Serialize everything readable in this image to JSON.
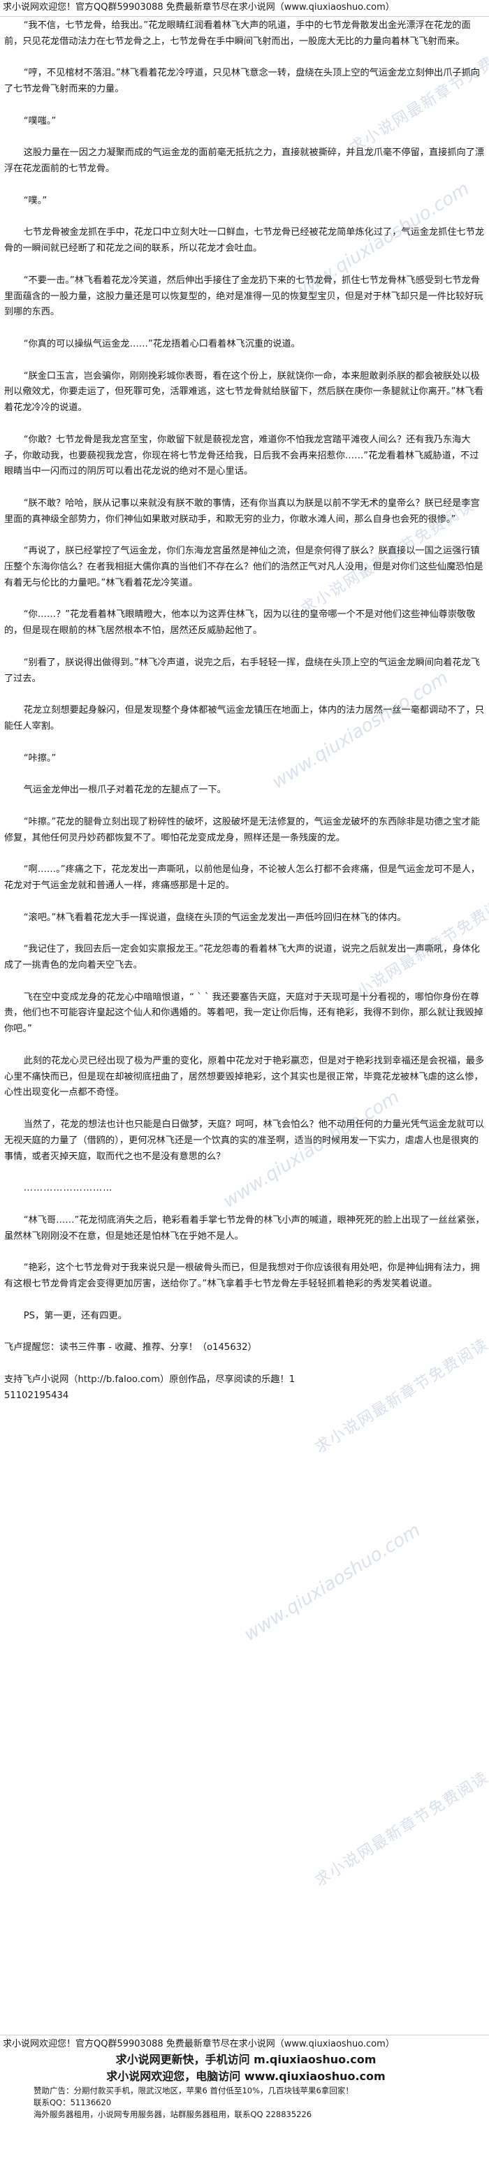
{
  "header": {
    "text": "求小说网欢迎您！官方QQ群59903088 免费最新章节尽在求小说网（www.qiuxiaoshuo.com）"
  },
  "paragraphs": [
    "“我不信，七节龙骨，给我出。”花龙眼睛红润看着林飞大声的吼道，手中的七节龙骨散发出金光漂浮在花龙的面前，只见花龙借动法力在七节龙骨之上，七节龙骨在手中瞬间飞射而出，一股庞大无比的力量向着林飞飞射而来。",
    "“哼，不见棺材不落泪。”林飞看着花龙冷哼道，只见林飞意念一转，盘绕在头顶上空的气运金龙立刻伸出爪子抓向了七节龙骨飞射而来的力量。",
    "“噗嗤。”",
    "这股力量在一因之力凝聚而成的气运金龙的面前毫无抵抗之力，直接就被撕碎，并且龙爪毫不停留，直接抓向了漂浮在花龙面前的七节龙骨。",
    "“噗。”",
    "七节龙骨被金龙抓在手中，花龙口中立刻大吐一口鲜血，七节龙骨已经被花龙简单炼化过了，气运金龙抓住七节龙骨的一瞬间就已经断了和花龙之间的联系，所以花龙才会吐血。",
    "“不要一击。”林飞看着花龙冷笑道，然后伸出手接住了金龙扔下来的七节龙骨，抓住七节龙骨林飞感受到七节龙骨里面蕴含的一股力量，这股力量还是可以恢复型的，绝对是准得一见的恢复型宝贝，但是对于林飞却只是一件比较好玩到哪的东西。",
    "“你真的可以操纵气运金龙……”花龙捂着心口看着林飞沉重的说道。",
    "“朕金口玉言，岂会骗你，刚刚挽彩城你表哥，看在这个份上，朕就饶你一命，本来胆敢剥杀朕的都会被朕处以极刑以儆效尤，你要走运了，但死罪可免，活罪难逃，这七节龙骨就给朕留下，然后朕在庚你一条腿就让你离开。”林飞看着花龙冷冷的说道。",
    "“你敢？七节龙骨是我龙宫至宝，你敢留下就是藐视龙宫，难道你不怕我龙宫踏平滩夜人间么？还有我乃东海大子，你敢动我，也要藐视我龙宫，你现在将七节龙骨还给我，日后我不会再来招惹你……”花龙看着林飞威胁道，不过眼睛当中一闪而过的阴厉可以看出花龙说的绝对不是心里话。",
    "“朕不敢？哈哈，朕从记事以来就没有朕不敢的事情，还有你当真以为朕是以前不学无术的皇帝么？朕已经是李宫里面的真神级全部势力，你们神仙如果敢对朕动手，和欺无穷的业力，你敢水滩人间，那么自身也会死的很惨。”",
    "“再说了，朕已经掌控了气运金龙，你们东海龙宫虽然是神仙之流，但是奈何得了朕么？朕直接以一国之运强行镇压整个东海你信么？在者我相挺大儒你真的当他们不存在么？他们的浩然正气对凡人没用，但是对你们这些仙魔恐怕是有着无与伦比的力量吧。”林飞看着花龙冷笑道。",
    "“你……？”花龙看着林飞眼睛瞪大，他本以为这弄住林飞，因为以往的皇帝哪一个不是对他们这些神仙尊崇敬敬的，但是现在眼前的林飞居然根本不怕，居然还反威胁起他了。",
    "“别看了，朕说得出做得到。”林飞冷声道，说完之后，右手轻轻一挥，盘绕在头顶上空的气运金龙瞬间向着花龙飞了过去。",
    "花龙立刻想要起身躲闪，但是发现整个身体都被气运金龙镇压在地面上，体内的法力居然一丝一毫都调动不了，只能任人宰割。",
    "“咔擦。”",
    "气运金龙伸出一根爪子对着花龙的左腿点了一下。",
    "“咔擦。”花龙的腿骨立刻出现了粉碎性的破坏，这股破坏是无法修复的，气运金龙破坏的东西除非是功德之宝才能修复，其他任何灵丹妙药都恢复不了。唧怕花龙变成龙身，照样还是一条残废的龙。",
    "“啊……。”疼痛之下，花龙发出一声嘶吼，以前他是仙身，不论被人怎么打都不会疼痛，但是气运金龙可不是人，花龙对于气运金龙就和普通人一样，疼痛感那是十足的。",
    "“滚吧。”林飞看着花龙大手一挥说道，盘绕在头顶的气运金龙发出一声低吟回归在林飞的体内。",
    "“我记住了，我回去后一定会如实禀报龙王。”花龙怨毒的看着林飞大声的说道，说完之后就发出一声嘶吼，身体化成了一挑青色的龙向着天空飞去。",
    "飞在空中变成龙身的花龙心中暗暗恨道，“ ` ` 我还要塞告天庭，天庭对于天现可是十分看视的，哪怕你身份在尊贵，他们也不可能容许皇起这个仙人和你遇婚的。等着吧，我一定让你后悔，还有艳彩，我得不到你，那么就让我毁掉你吧。”",
    "此刻的花龙心灵已经出现了极为严重的变化，原着中花龙对于艳彩赢恋，但是对于艳彩找到幸福还是会祝福，最多心里不痛快而已，但是现在却被彻底扭曲了，居然想要毁掉艳彩，这个其实也是很正常，毕竟花龙被林飞虐的这么惨，心性出现变化一点都不奇怪。",
    "当然了，花龙的想法也计也只能是白日做梦，天庭？呵呵，林飞会怕么？他不动用任何的力量光凭气运金龙就可以无视天庭的力量了（借鸥的），更何况林飞还是一个饮真的实的准圣啊，适当的时候用发一下实力，虐虐人也是很爽的事情，或者灭掉天庭，取而代之也不是没有意思的么？",
    "“林飞哥……”花龙彻底消失之后，艳彩看着手掌七节龙骨的林飞小声的喊道，眼神死死的脸上出现了一丝丝紧张，虽然林飞刚刚没不在意，但是她还是怕林飞在乎她不是人。",
    "“艳彩，这个七节龙骨对于我来说只是一根破骨头而已，但是我想对于你应该很有用处吧，你是神仙拥有法力，拥有这根七节龙骨肯定会变得更加厉害，送给你了。”林飞拿着手七节龙骨左手轻轻抓着艳彩的秀发笑着说道。",
    "PS，第一更，还有四更。",
    "飞卢提醒您：读书三件事 - 收藏、推荐、分享！（o145632）",
    "支持飞卢小说网（http://b.faloo.com）原创作品，尽享阅读的乐趣！1",
    "51102195434"
  ],
  "divider_dots": "………………………",
  "watermarks": {
    "site_cn": "求小说网最新章节免费阅读",
    "site_url": "www.qiuxiaoshuo.com"
  },
  "footer": {
    "line1": "求小说网欢迎您！官方QQ群59903088 免费最新章节尽在求小说网（www.qiuxiaoshuo.com）",
    "line2": "求小说网更新快，手机访问 m.qiuxiaoshuo.com",
    "line3": "求小说网欢迎您，电脑访问 www.qiuxiaoshuo.com",
    "line4": "赞助广告：分期付款买手机，限武汉地区，苹果6 首付低至10%，几百块钱苹果6拿回家！",
    "line5": "联系QQ：51136620",
    "line6": "海外服务器租用，小说网专用服务器，站群服务器租用，联系QQ 228835226"
  }
}
